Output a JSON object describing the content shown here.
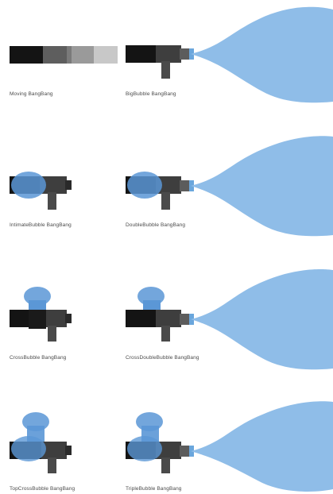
{
  "colors": {
    "black": "#141414",
    "dark_gray": "#3e3e3e",
    "mid_gray": "#5c5c5c",
    "light_gray": "#8a8a8a",
    "lighter_gray": "#b3b3b3",
    "bubble_blue": "#8fbde8",
    "nozzle_blue": "#6aa6dc",
    "translucent_blue": "#5b97d6"
  },
  "items": [
    {
      "caption": "Moving BangBang"
    },
    {
      "caption": "BigBubble BangBang"
    },
    {
      "caption": "IntimateBubble BangBang"
    },
    {
      "caption": "DoubleBubble BangBang"
    },
    {
      "caption": "CrossBubble BangBang"
    },
    {
      "caption": "CrossDoubleBubble BangBang"
    },
    {
      "caption": "TopCrossBubble BangBang"
    },
    {
      "caption": "TripleBubble BangBang"
    }
  ]
}
